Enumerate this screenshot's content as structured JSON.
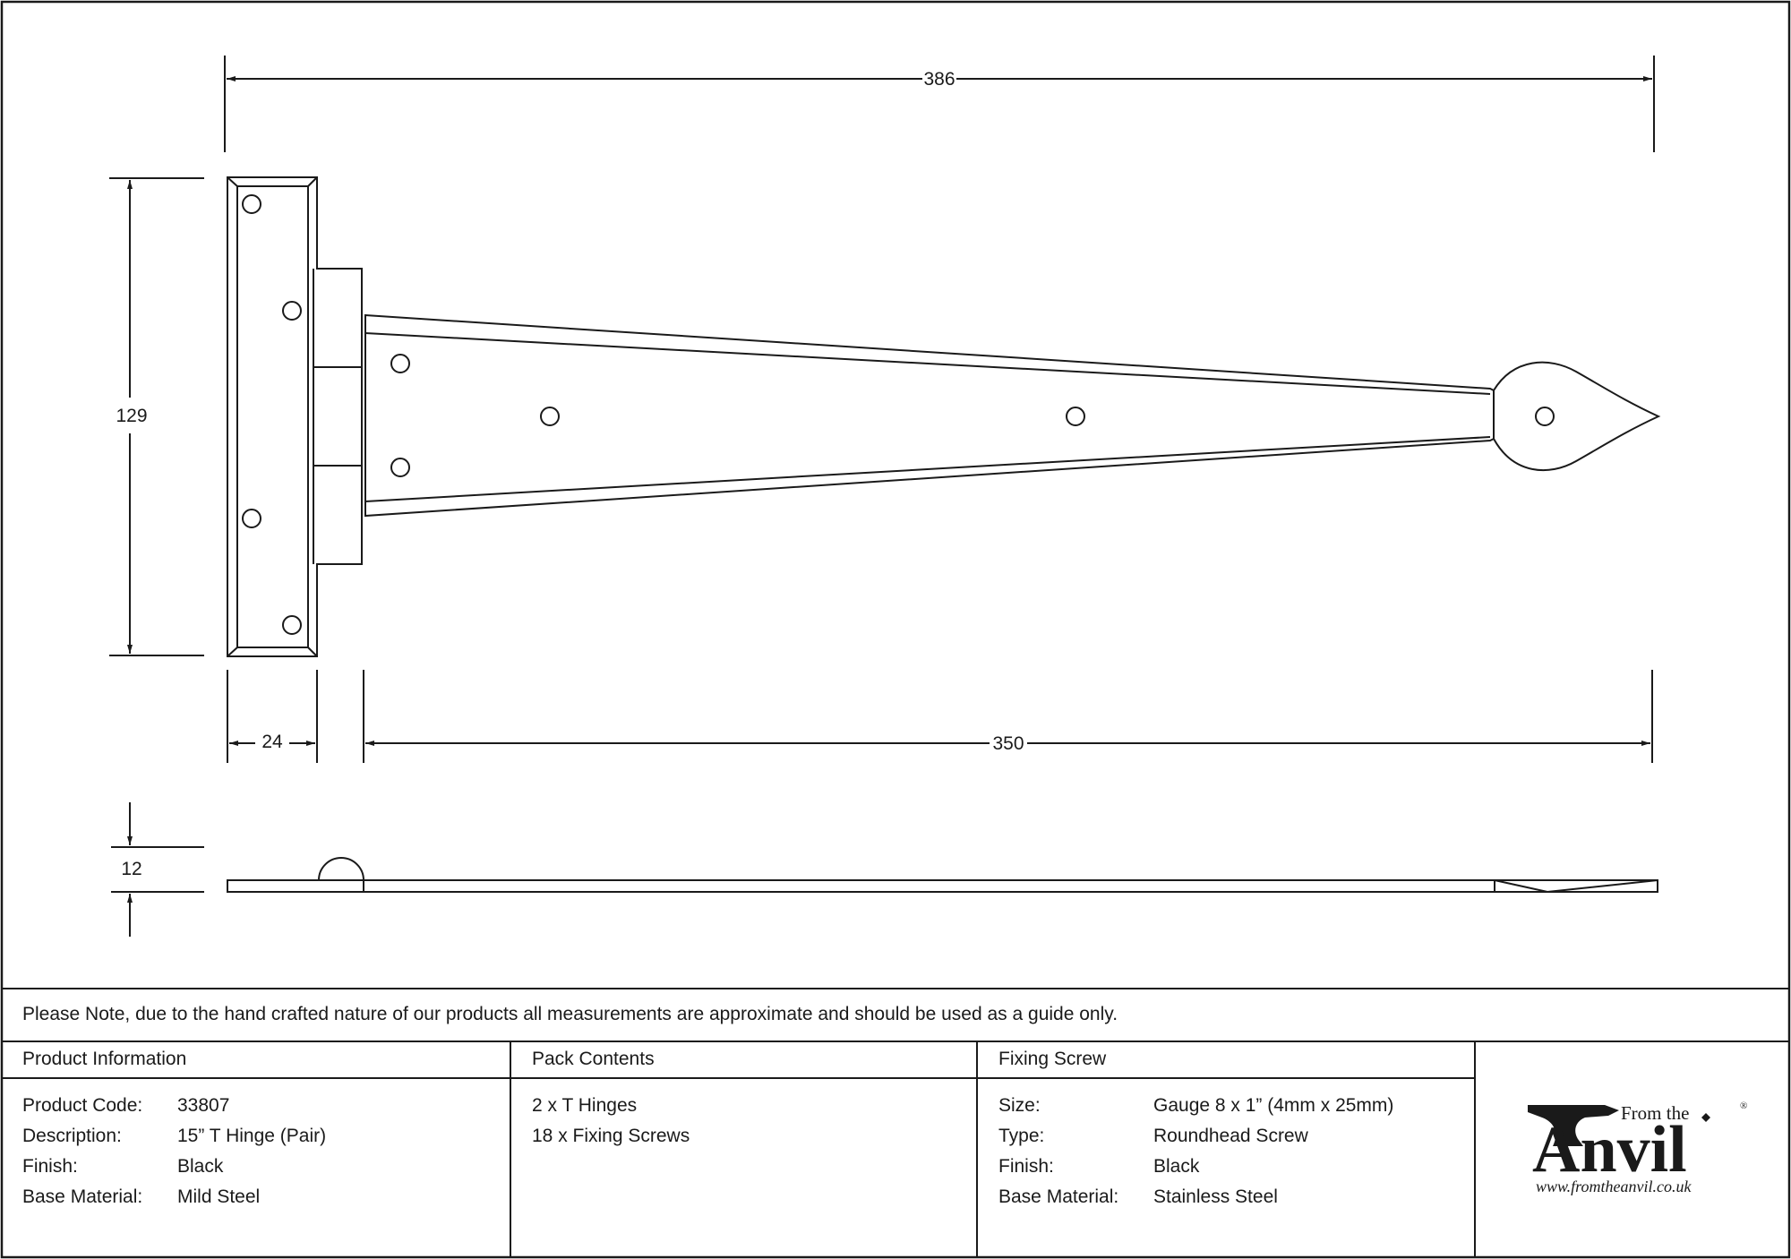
{
  "dimensions": {
    "overall_length": "386",
    "height": "129",
    "strap_width": "24",
    "strap_length": "350",
    "thickness": "12"
  },
  "note": "Please Note, due to the hand crafted nature of our products all measurements are approximate and should be used as a guide only.",
  "product_information": {
    "heading": "Product Information",
    "rows": [
      {
        "key": "Product Code:",
        "value": "33807"
      },
      {
        "key": "Description:",
        "value": "15” T Hinge (Pair)"
      },
      {
        "key": "Finish:",
        "value": "Black"
      },
      {
        "key": "Base Material:",
        "value": "Mild Steel"
      }
    ]
  },
  "pack_contents": {
    "heading": "Pack Contents",
    "items": [
      "2 x T Hinges",
      "18 x Fixing Screws"
    ]
  },
  "fixing_screw": {
    "heading": "Fixing Screw",
    "rows": [
      {
        "key": "Size:",
        "value": "Gauge 8 x 1” (4mm x 25mm)"
      },
      {
        "key": "Type:",
        "value": "Roundhead Screw"
      },
      {
        "key": "Finish:",
        "value": "Black"
      },
      {
        "key": "Base Material:",
        "value": "Stainless Steel"
      }
    ]
  },
  "logo": {
    "from_the": "From the",
    "anvil": "Anvil",
    "registered": "®",
    "url": "www.fromtheanvil.co.uk"
  },
  "colors": {
    "line": "#1a1a1a",
    "background": "#ffffff"
  }
}
